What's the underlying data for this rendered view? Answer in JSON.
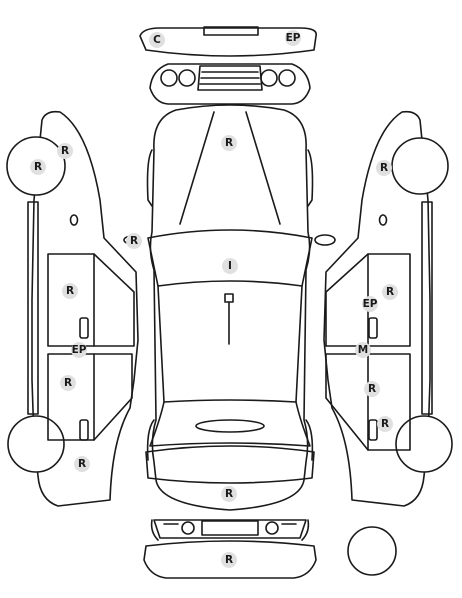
{
  "markers": [
    {
      "id": "front-bumper-left",
      "code": "C"
    },
    {
      "id": "front-bumper-right",
      "code": "EP"
    },
    {
      "id": "hood",
      "code": "R"
    },
    {
      "id": "left-front-wheel",
      "code": "R"
    },
    {
      "id": "left-front-fender",
      "code": "R"
    },
    {
      "id": "left-mirror",
      "code": "R"
    },
    {
      "id": "windshield",
      "code": "I"
    },
    {
      "id": "left-front-door",
      "code": "R"
    },
    {
      "id": "left-sill",
      "code": "EP"
    },
    {
      "id": "left-rear-door",
      "code": "R"
    },
    {
      "id": "left-rear-quarter",
      "code": "R"
    },
    {
      "id": "right-front-fender",
      "code": "R"
    },
    {
      "id": "right-front-door-ep",
      "code": "EP"
    },
    {
      "id": "right-front-door",
      "code": "R"
    },
    {
      "id": "right-sill",
      "code": "M"
    },
    {
      "id": "right-rear-door",
      "code": "R"
    },
    {
      "id": "right-rear-quarter",
      "code": "R"
    },
    {
      "id": "trunk-lid",
      "code": "R"
    },
    {
      "id": "rear-bumper",
      "code": "R"
    }
  ],
  "colors": {
    "outline": "#1a1a1a",
    "marker_fill": "#e0e0e0",
    "background": "#ffffff"
  }
}
